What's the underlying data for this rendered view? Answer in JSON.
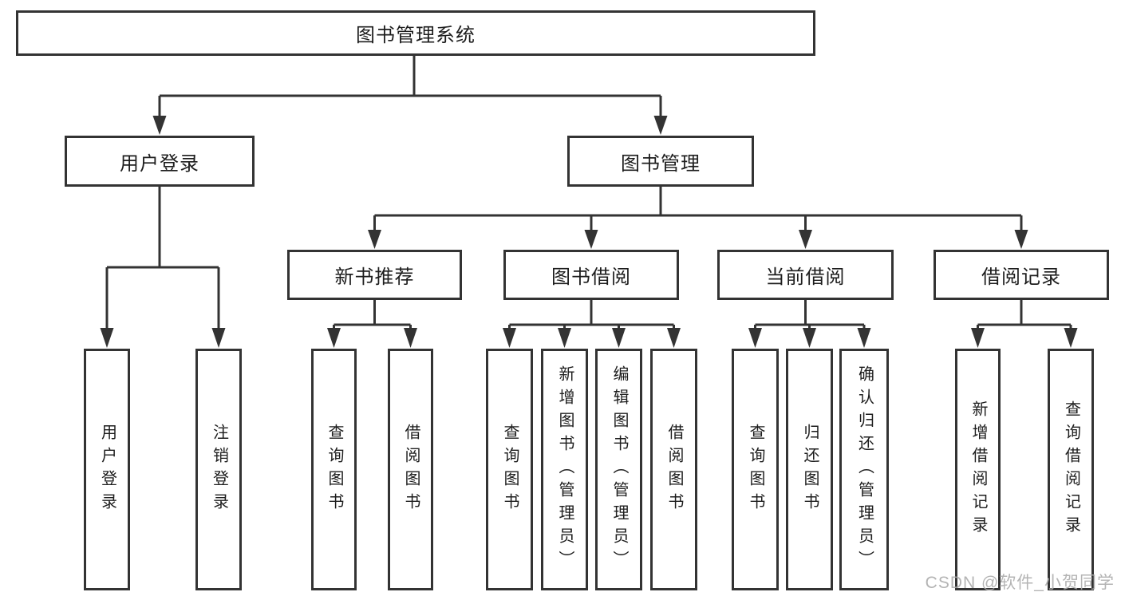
{
  "hierarchy": {
    "root": "图书管理系统",
    "children": [
      {
        "label": "用户登录",
        "children": [
          {
            "label": "用户登录"
          },
          {
            "label": "注销登录"
          }
        ]
      },
      {
        "label": "图书管理",
        "children": [
          {
            "label": "新书推荐",
            "children": [
              {
                "label": "查询图书"
              },
              {
                "label": "借阅图书"
              }
            ]
          },
          {
            "label": "图书借阅",
            "children": [
              {
                "label": "查询图书"
              },
              {
                "label": "新增图书（管理员）"
              },
              {
                "label": "编辑图书（管理员）"
              },
              {
                "label": "借阅图书"
              }
            ]
          },
          {
            "label": "当前借阅",
            "children": [
              {
                "label": "查询图书"
              },
              {
                "label": "归还图书"
              },
              {
                "label": "确认归还（管理员）"
              }
            ]
          },
          {
            "label": "借阅记录",
            "children": [
              {
                "label": "新增借阅记录"
              },
              {
                "label": "查询借阅记录"
              }
            ]
          }
        ]
      }
    ]
  },
  "watermark": {
    "text": "CSDN @软件_小贺同学",
    "color": "#acacac"
  },
  "style": {
    "line_color": "#333333",
    "text_color": "#1d1d1d",
    "background": "#ffffff"
  }
}
